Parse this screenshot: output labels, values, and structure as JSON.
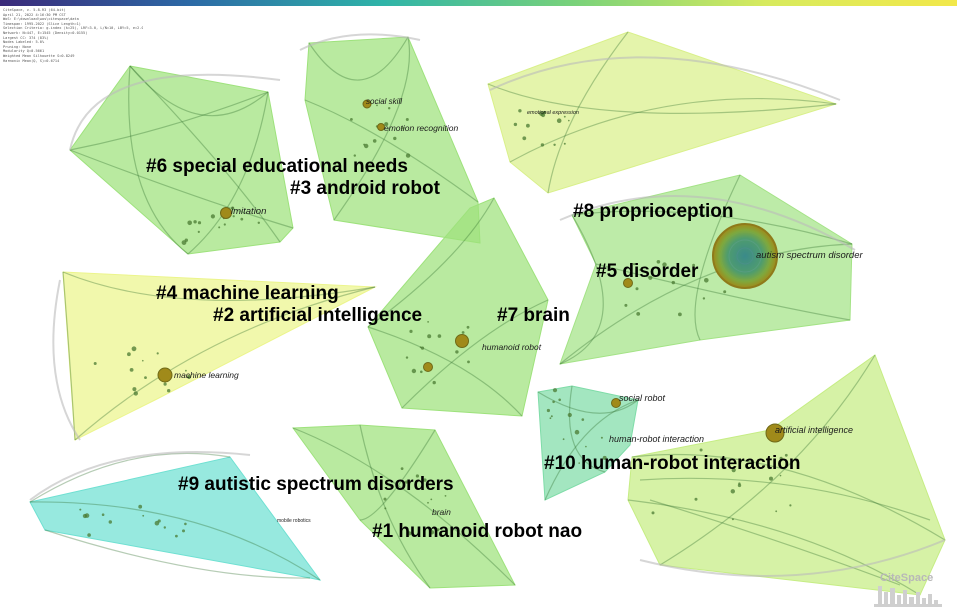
{
  "header_info": [
    "CiteSpace, v. 5.8.R3 (64-bit)",
    "April 21, 2022 4:16:30 PM CST",
    "WoS: E:\\download\\wos\\citespace\\data",
    "Timespan: 1995-2022 (Slice Length=1)",
    "Selection Criteria: g-index (k=25), LRF=3.0, L/N=10, LBY=5, e=2.0",
    "Network: N=447, E=1545 (Density=0.0155)",
    "Largest CC: 374 (83%)",
    "Nodes Labeled: 5.0%",
    "Pruning: None",
    "Modularity Q=0.5661",
    "Weighted Mean Silhouette S=0.8249",
    "Harmonic Mean(Q, S)=0.6714"
  ],
  "clusters": [
    {
      "id": "c6",
      "label": "#6 special educational needs",
      "color": "#9ee27c"
    },
    {
      "id": "c3",
      "label": "#3 android robot",
      "color": "#9ee27c"
    },
    {
      "id": "c8",
      "label": "#8 proprioception",
      "color": "#d9f08a"
    },
    {
      "id": "c5",
      "label": "#5 disorder",
      "color": "#a4e386"
    },
    {
      "id": "c4",
      "label": "#4 machine learning",
      "color": "#ecf58c"
    },
    {
      "id": "c2",
      "label": "#2 artificial intelligence",
      "color": "#9ee27c"
    },
    {
      "id": "c7",
      "label": "#7 brain",
      "color": "#9ee27c"
    },
    {
      "id": "c9",
      "label": "#9 autistic spectrum disorders",
      "color": "#6fe0d2"
    },
    {
      "id": "c1",
      "label": "#1 humanoid robot nao",
      "color": "#9ee27c"
    },
    {
      "id": "c10",
      "label": "#10 human-robot interaction",
      "color": "#7fdca8"
    },
    {
      "id": "c0",
      "label": "",
      "color": "#c6ed84"
    }
  ],
  "keywords": [
    "imitation",
    "social skill",
    "emotion recognition",
    "emotional expression",
    "autism spectrum disorder",
    "humanoid robot",
    "machine learning",
    "social robot",
    "human-robot interaction",
    "artificial intelligence",
    "brain",
    "mobile robotics"
  ],
  "watermark": "CiteSpace",
  "colors": {
    "timeline_gradient": [
      "#3b2a7a",
      "#2c6aa6",
      "#2fb4a8",
      "#79d27a",
      "#d7ea5e",
      "#f2e84a"
    ],
    "node_core": "#a08a1a",
    "edge": "#2f6e2a"
  }
}
